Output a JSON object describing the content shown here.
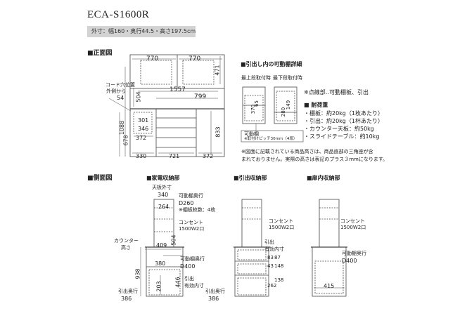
{
  "header": {
    "model": "ECA-S1600R",
    "outer_dims": "外寸：幅160・奥行44.5・高さ197.5cm"
  },
  "front_view": {
    "heading": "■正面図",
    "dims": {
      "top_left_770": "770",
      "top_right_770": "770",
      "right_471": "471",
      "width_1557": "1557",
      "width_799": "799",
      "h_504": "504",
      "h_1088": "1088",
      "h_678": "678",
      "h_833": "833",
      "w_301": "301",
      "w_346": "346",
      "w_372_mid": "372",
      "bottom_330": "330",
      "bottom_721": "721",
      "bottom_372": "372"
    },
    "cord_label_1": "コード穴位置",
    "cord_label_2": "外側から",
    "cord_label_3": "54"
  },
  "drawer_detail": {
    "heading": "■引出し内の可動棚詳細",
    "top_label": "最上段取付時",
    "bottom_label": "最下段取付時",
    "dim_a1": "370",
    "dim_a2": "65",
    "dim_b1": "280",
    "dim_b2": "149",
    "shelf_note_1": "可動棚",
    "shelf_note_2": "※取付けピッチ30mm（4段）"
  },
  "notes": {
    "legend": "※点線部‥可動棚板、引出",
    "load_heading": "■ 耐荷重",
    "loads": [
      "・棚板：約20kg（1枚あたり）",
      "・引出：約20kg（1杯あたり）",
      "・カウンター天板：約50kg",
      "・スライドテーブル：約10kg"
    ],
    "disclaimer_1": "※図面に記載されている商品高さは、商品底部の三角座が含",
    "disclaimer_2": "まれておりません。実際の高さは表記のプラス３mmになります。"
  },
  "side_view": {
    "heading": "■側面図",
    "appliance": {
      "heading": "■家電収納部",
      "top_depth_label": "天板外寸",
      "top_depth": "340",
      "shelf_264": "264",
      "shelf_depth_label": "可動棚奥行",
      "shelf_depth": "D260",
      "shelf_count": "※棚板枚数：4枚",
      "outlet_label": "コンセント",
      "outlet_value": "1500W2口",
      "h_504": "504",
      "counter_label_1": "カウンター",
      "counter_label_2": "高さ",
      "w_409": "409",
      "w_380": "380",
      "lower_shelf_label": "可動棚奥行",
      "lower_shelf_value": "D400",
      "h_938": "938",
      "h_203": "203",
      "h_446": "446",
      "drawer_label_1": "引出",
      "drawer_label_2": "有効内寸",
      "pull_depth_label": "引出奥行",
      "pull_depth": "386"
    },
    "drawer_unit": {
      "heading": "■引出収納部",
      "outlet_label": "コンセント",
      "outlet_value": "1500W2口",
      "drawer_label_1": "引出",
      "drawer_label_2": "有効内寸",
      "dims": [
        "83",
        "43",
        "87",
        "148",
        "138",
        "262"
      ],
      "pull_depth_label": "引出奥行",
      "pull_depth": "386"
    },
    "door_unit": {
      "heading": "■扉内収納部",
      "outlet_label": "コンセント",
      "outlet_value": "1500W2口",
      "shelf_label": "可動棚奥行",
      "shelf_value": "D400",
      "width_415": "415"
    }
  }
}
